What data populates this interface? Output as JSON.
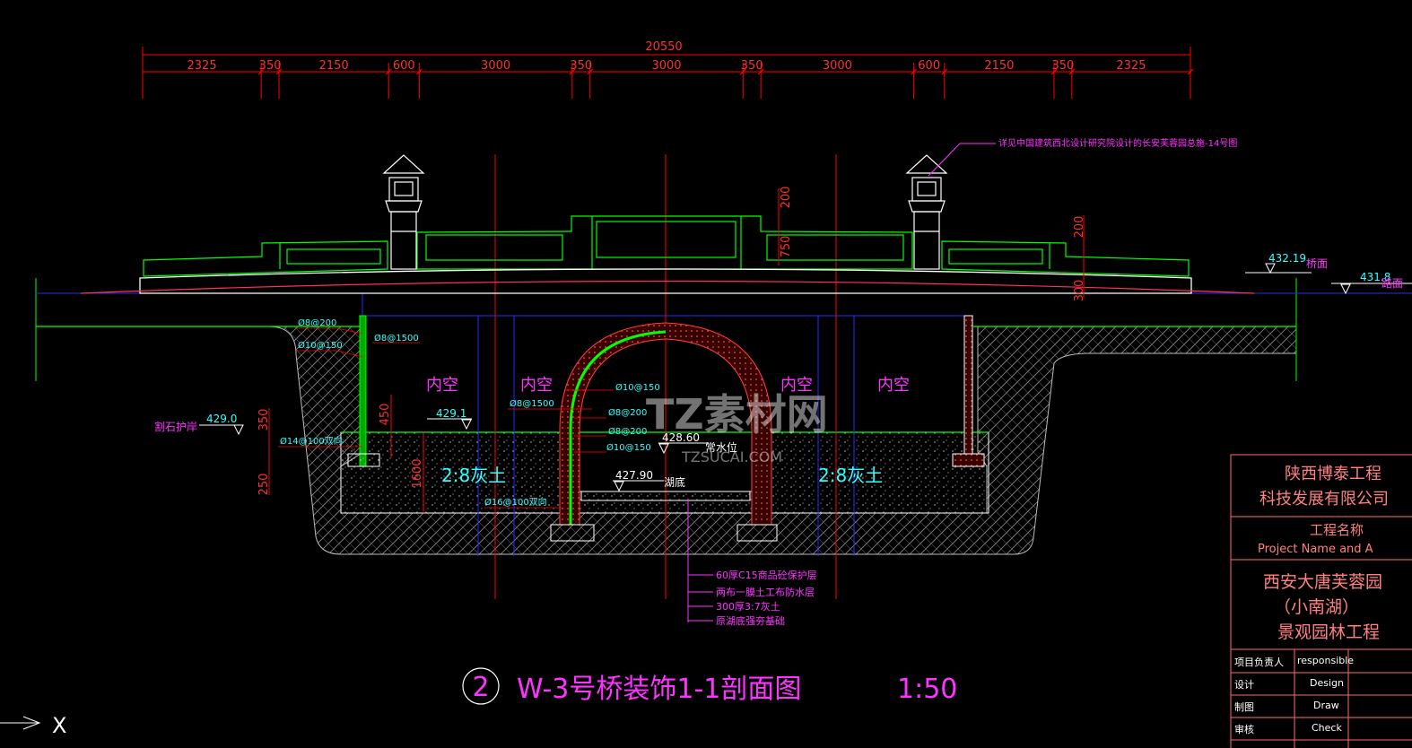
{
  "dimensions": {
    "overall": "20550",
    "segments": [
      "2325",
      "350",
      "2150",
      "600",
      "3000",
      "350",
      "3000",
      "350",
      "3000",
      "600",
      "2150",
      "350",
      "2325"
    ]
  },
  "elevations": {
    "bridge_deck": "432.19",
    "bridge_deck_label": "桥面",
    "road": "431.8",
    "road_label": "路面",
    "bank": "429.0",
    "bank_label": "割石护岸",
    "left_inner": "429.1",
    "water": "428.60",
    "water_label": "常水位",
    "lake_bottom": "427.90",
    "lake_bottom_label": "湖底"
  },
  "vertical_dims": [
    "200",
    "750",
    "200",
    "300",
    "350",
    "450",
    "250",
    "1600"
  ],
  "labels": {
    "hollow": "内空",
    "lime_soil": "2:8灰土",
    "reference_note": "详见中国建筑西北设计研究院设计的长安芙蓉园总施-14号图"
  },
  "rebar": {
    "r1": "Ø8@200",
    "r2": "Ø10@150",
    "r3": "Ø8@1500",
    "r4": "Ø14@100双向",
    "c1": "Ø10@150",
    "c2": "Ø8@1500",
    "c3": "Ø8@200",
    "c4": "Ø8@200",
    "c5": "Ø10@150",
    "r5": "Ø16@100双向"
  },
  "layers": [
    "60厚C15商品砼保护层",
    "两布一膜土工布防水层",
    "300厚3:7灰土",
    "原湖底强夯基础"
  ],
  "watermark": {
    "main": "TZ素材网",
    "sub": "TZSUCAI.COM"
  },
  "title": {
    "number": "2",
    "text": "W-3号桥装饰1-1剖面图",
    "scale": "1:50"
  },
  "title_block": {
    "company": [
      "陕西博泰工程",
      "科技发展有限公司"
    ],
    "project_label": "工程名称",
    "project_label_en": "Project Name and A",
    "project_name": [
      "西安大唐芙蓉园",
      "（小南湖）",
      "景观园林工程"
    ],
    "rows": [
      {
        "cn": "项目负责人",
        "en": "responsible"
      },
      {
        "cn": "设计",
        "en": "Design"
      },
      {
        "cn": "制图",
        "en": "Draw"
      },
      {
        "cn": "审核",
        "en": "Check"
      }
    ]
  },
  "ucs_label": "X",
  "colors": {
    "background": "#000000",
    "dimension": "#ff0000",
    "bridge": "#00ff00",
    "annotation": "#ff33ff",
    "leader": "#33ffff",
    "grid": "#0000ff"
  }
}
